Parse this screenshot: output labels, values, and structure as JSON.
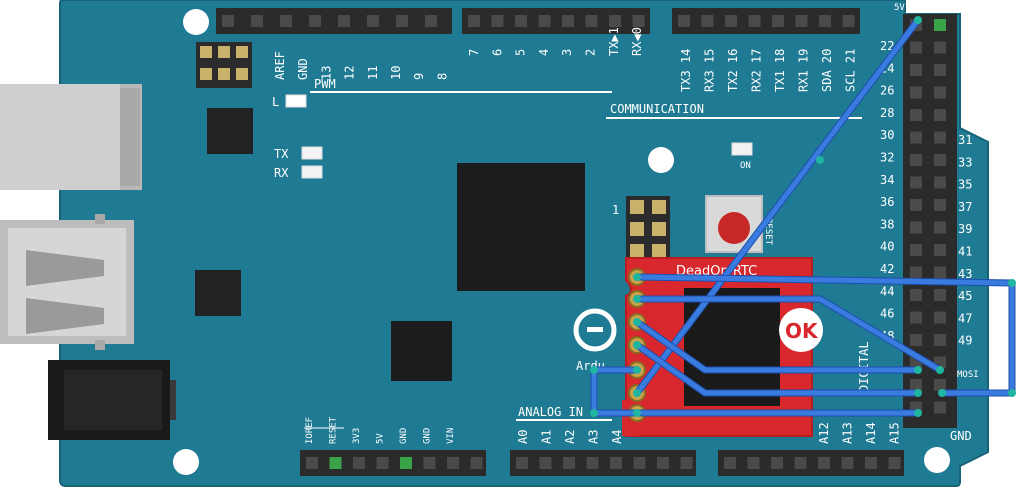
{
  "board": {
    "colors": {
      "pcb": "#1f7a93",
      "pcb_edge": "#176377",
      "header": "#2b2b2b",
      "pin": "#4a4a4a",
      "wire": "#3a7be0",
      "rtc": "#d8272d"
    },
    "top_header_left": [
      "AREF",
      "GND",
      "13",
      "12",
      "11",
      "10",
      "9",
      "8"
    ],
    "top_header_mid": [
      "7",
      "6",
      "5",
      "4",
      "3",
      "2",
      "TX▶1",
      "RX◀0"
    ],
    "top_header_right": [
      "TX3 14",
      "RX3 15",
      "TX2 16",
      "RX2 17",
      "TX1 18",
      "RX1 19",
      "SDA 20",
      "SCL 21"
    ],
    "pwm_label": "PWM",
    "communication_label": "COMMUNICATION",
    "led_l": "L",
    "led_tx": "TX",
    "led_rx": "RX",
    "led_on": "ON",
    "reset_label": "RESET",
    "arduino_label": "Ardu",
    "power_labels": [
      "IOREF",
      "RESET",
      "3V3",
      "5V",
      "GND",
      "GND",
      "VIN"
    ],
    "analog_label": "ANALOG IN",
    "analog_pins": [
      "A0",
      "A1",
      "A2",
      "A3",
      "A4"
    ],
    "analog_pins_right": [
      "A12",
      "A13",
      "A14",
      "A15"
    ],
    "right_header_left": [
      "22",
      "24",
      "26",
      "28",
      "30",
      "32",
      "34",
      "36",
      "38",
      "40",
      "42",
      "44",
      "46",
      "48"
    ],
    "right_header_right": [
      "31",
      "33",
      "35",
      "37",
      "39",
      "41",
      "43",
      "45",
      "47",
      "49"
    ],
    "digital_label": "DIGITAL",
    "mosi_label": "MOSI",
    "label_5v": "5V",
    "label_gnd": "GND",
    "icsp_label": "1",
    "rtc": {
      "title": "DeadOn RTC",
      "badge": "OK"
    }
  }
}
